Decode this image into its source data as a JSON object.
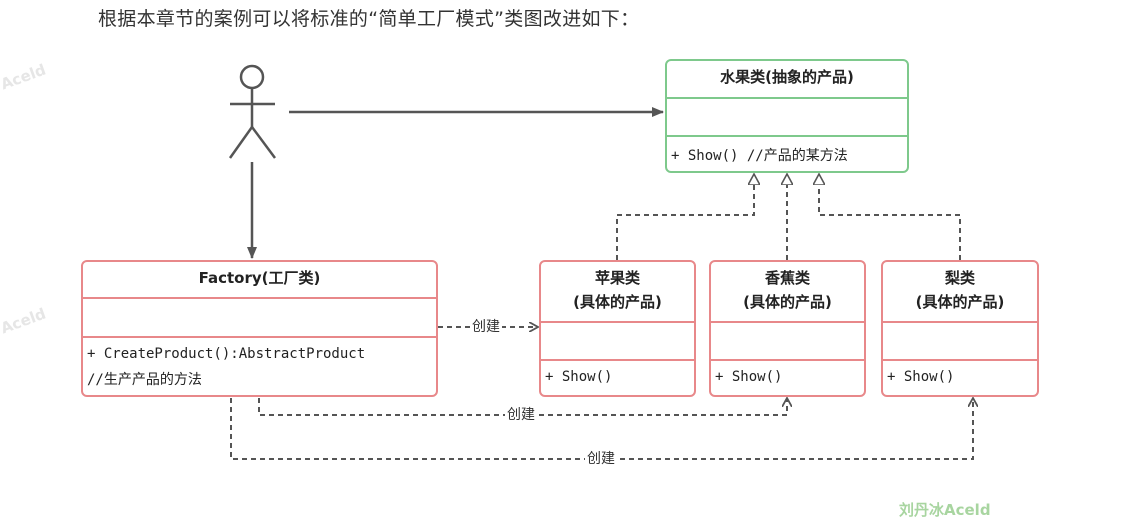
{
  "heading": "根据本章节的案例可以将标准的“简单工厂模式”类图改进如下：",
  "watermark": "Aceld",
  "brand": "刘丹冰Aceld",
  "classes": {
    "fruit": {
      "name": "水果类(抽象的产品)",
      "op": "+ Show() //产品的某方法"
    },
    "factory": {
      "name": "Factory(工厂类)",
      "op1": "+ CreateProduct():AbstractProduct",
      "op2": "//生产产品的方法"
    },
    "apple": {
      "name1": "苹果类",
      "name2": "(具体的产品)",
      "op": "+ Show()"
    },
    "banana": {
      "name1": "香蕉类",
      "name2": "(具体的产品)",
      "op": "+ Show()"
    },
    "pear": {
      "name1": "梨类",
      "name2": "(具体的产品)",
      "op": "+ Show()"
    }
  },
  "edges": {
    "create_label": "创建"
  },
  "colors": {
    "product_border": "#7ec98c",
    "class_border": "#e8888a",
    "line": "#555555"
  }
}
